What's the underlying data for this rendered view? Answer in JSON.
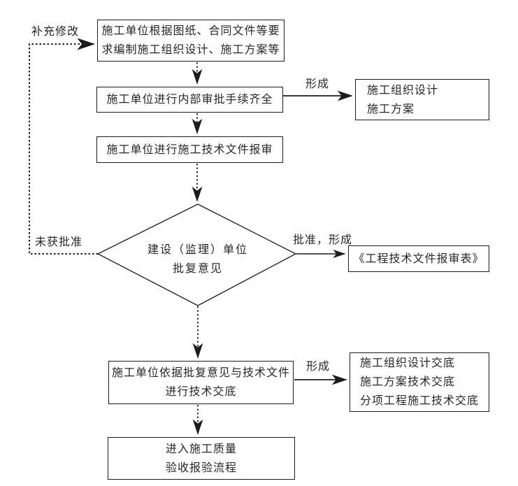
{
  "labels": {
    "supplement_modify": "补充修改",
    "not_approved": "未获批准",
    "form_top": "形成",
    "approved_form": "批准，形成",
    "form_bottom": "形成"
  },
  "nodes": {
    "prepare_documents": {
      "lines": [
        "施工单位根据图纸、合同文件等要",
        "求编制施工组织设计、施工方案等"
      ]
    },
    "internal_approval": {
      "lines": [
        "施工单位进行内部审批手续齐全"
      ]
    },
    "submit_tech_files": {
      "lines": [
        "施工单位进行施工技术文件报审"
      ]
    },
    "decision": {
      "lines": [
        "建设（监理）单位",
        "批复意见"
      ]
    },
    "result_org_design": {
      "lines": [
        "施工组织设计",
        "施工方案"
      ]
    },
    "result_review_form": {
      "lines": [
        "《工程技术文件报审表》"
      ]
    },
    "tech_disclosure": {
      "lines": [
        "施工单位依据批复意见与技术文件",
        "进行技术交底"
      ]
    },
    "result_disclosures": {
      "lines": [
        "施工组织设计交底",
        "施工方案技术交底",
        "分项工程施工技术交底"
      ]
    },
    "quality_acceptance": {
      "lines": [
        "进入施工质量",
        "验收报验流程"
      ]
    }
  },
  "colors": {
    "line": "#1c1c1c",
    "text": "#262626",
    "background": "#ffffff"
  }
}
